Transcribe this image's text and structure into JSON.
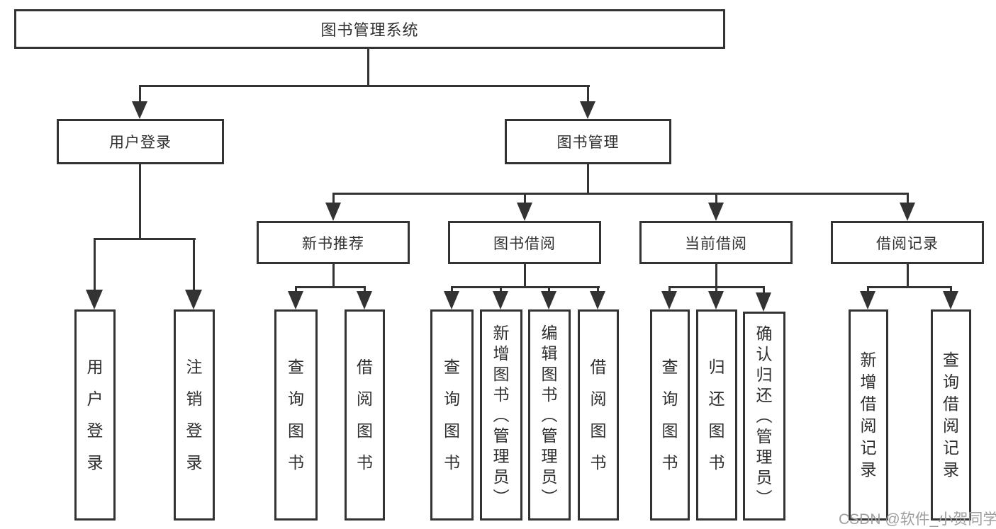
{
  "diagram": {
    "root": {
      "label": "图书管理系统"
    },
    "level2": {
      "user_login": {
        "label": "用户登录"
      },
      "book_mgmt": {
        "label": "图书管理"
      }
    },
    "level3": {
      "new_book": {
        "label": "新书推荐"
      },
      "book_borrow": {
        "label": "图书借阅"
      },
      "current_borrow": {
        "label": "当前借阅"
      },
      "borrow_record": {
        "label": "借阅记录"
      }
    },
    "leaves": {
      "ul_login": "用户登录",
      "ul_logout": "注销登录",
      "nb_query": "查询图书",
      "nb_borrow": "借阅图书",
      "bb_query": "查询图书",
      "bb_add": "新增图书（管理员）",
      "bb_edit": "编辑图书（管理员）",
      "bb_borrow": "借阅图书",
      "cb_query": "查询图书",
      "cb_return": "归还图书",
      "cb_confirm": "确认归还（管理员）",
      "br_add": "新增借阅记录",
      "br_query": "查询借阅记录"
    }
  },
  "watermark": {
    "text": "CSDN @软件_小贺同学",
    "color": "#9e9e9e"
  },
  "colors": {
    "line": "#333333",
    "box_background": "#ffffff",
    "text": "#2f2f2f"
  }
}
